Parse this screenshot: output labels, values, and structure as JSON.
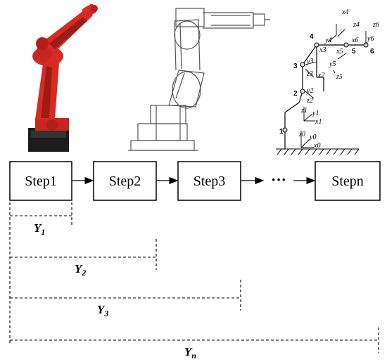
{
  "flow": {
    "steps": [
      "Step1",
      "Step2",
      "Step3",
      "Stepn"
    ],
    "ellipsis": "···"
  },
  "spans": [
    {
      "label": "Y",
      "sub": "1"
    },
    {
      "label": "Y",
      "sub": "2"
    },
    {
      "label": "Y",
      "sub": "3"
    },
    {
      "label": "Y",
      "sub": "n"
    }
  ],
  "kinematic": {
    "joint_numbers": [
      "1",
      "2",
      "3",
      "4",
      "5",
      "6"
    ],
    "frame_labels": {
      "x0": "x0",
      "y0": "y0",
      "z0": "z0",
      "x1": "x1",
      "y1": "y1",
      "z1": "z1",
      "x2": "x2",
      "y2": "y2",
      "z2": "z2",
      "x3": "x3",
      "y3": "y3",
      "z3": "z3",
      "x4": "x4",
      "y4": "y4",
      "z4": "z4",
      "x5": "x5",
      "y5": "y5",
      "z5": "z5",
      "x6": "x6",
      "y6": "y6",
      "z6": "z6"
    }
  },
  "colors": {
    "robot_red": "#d62b22",
    "robot_dark_red": "#9e1a14",
    "robot_base": "#1c1c1c",
    "sketch_line": "#555555"
  }
}
